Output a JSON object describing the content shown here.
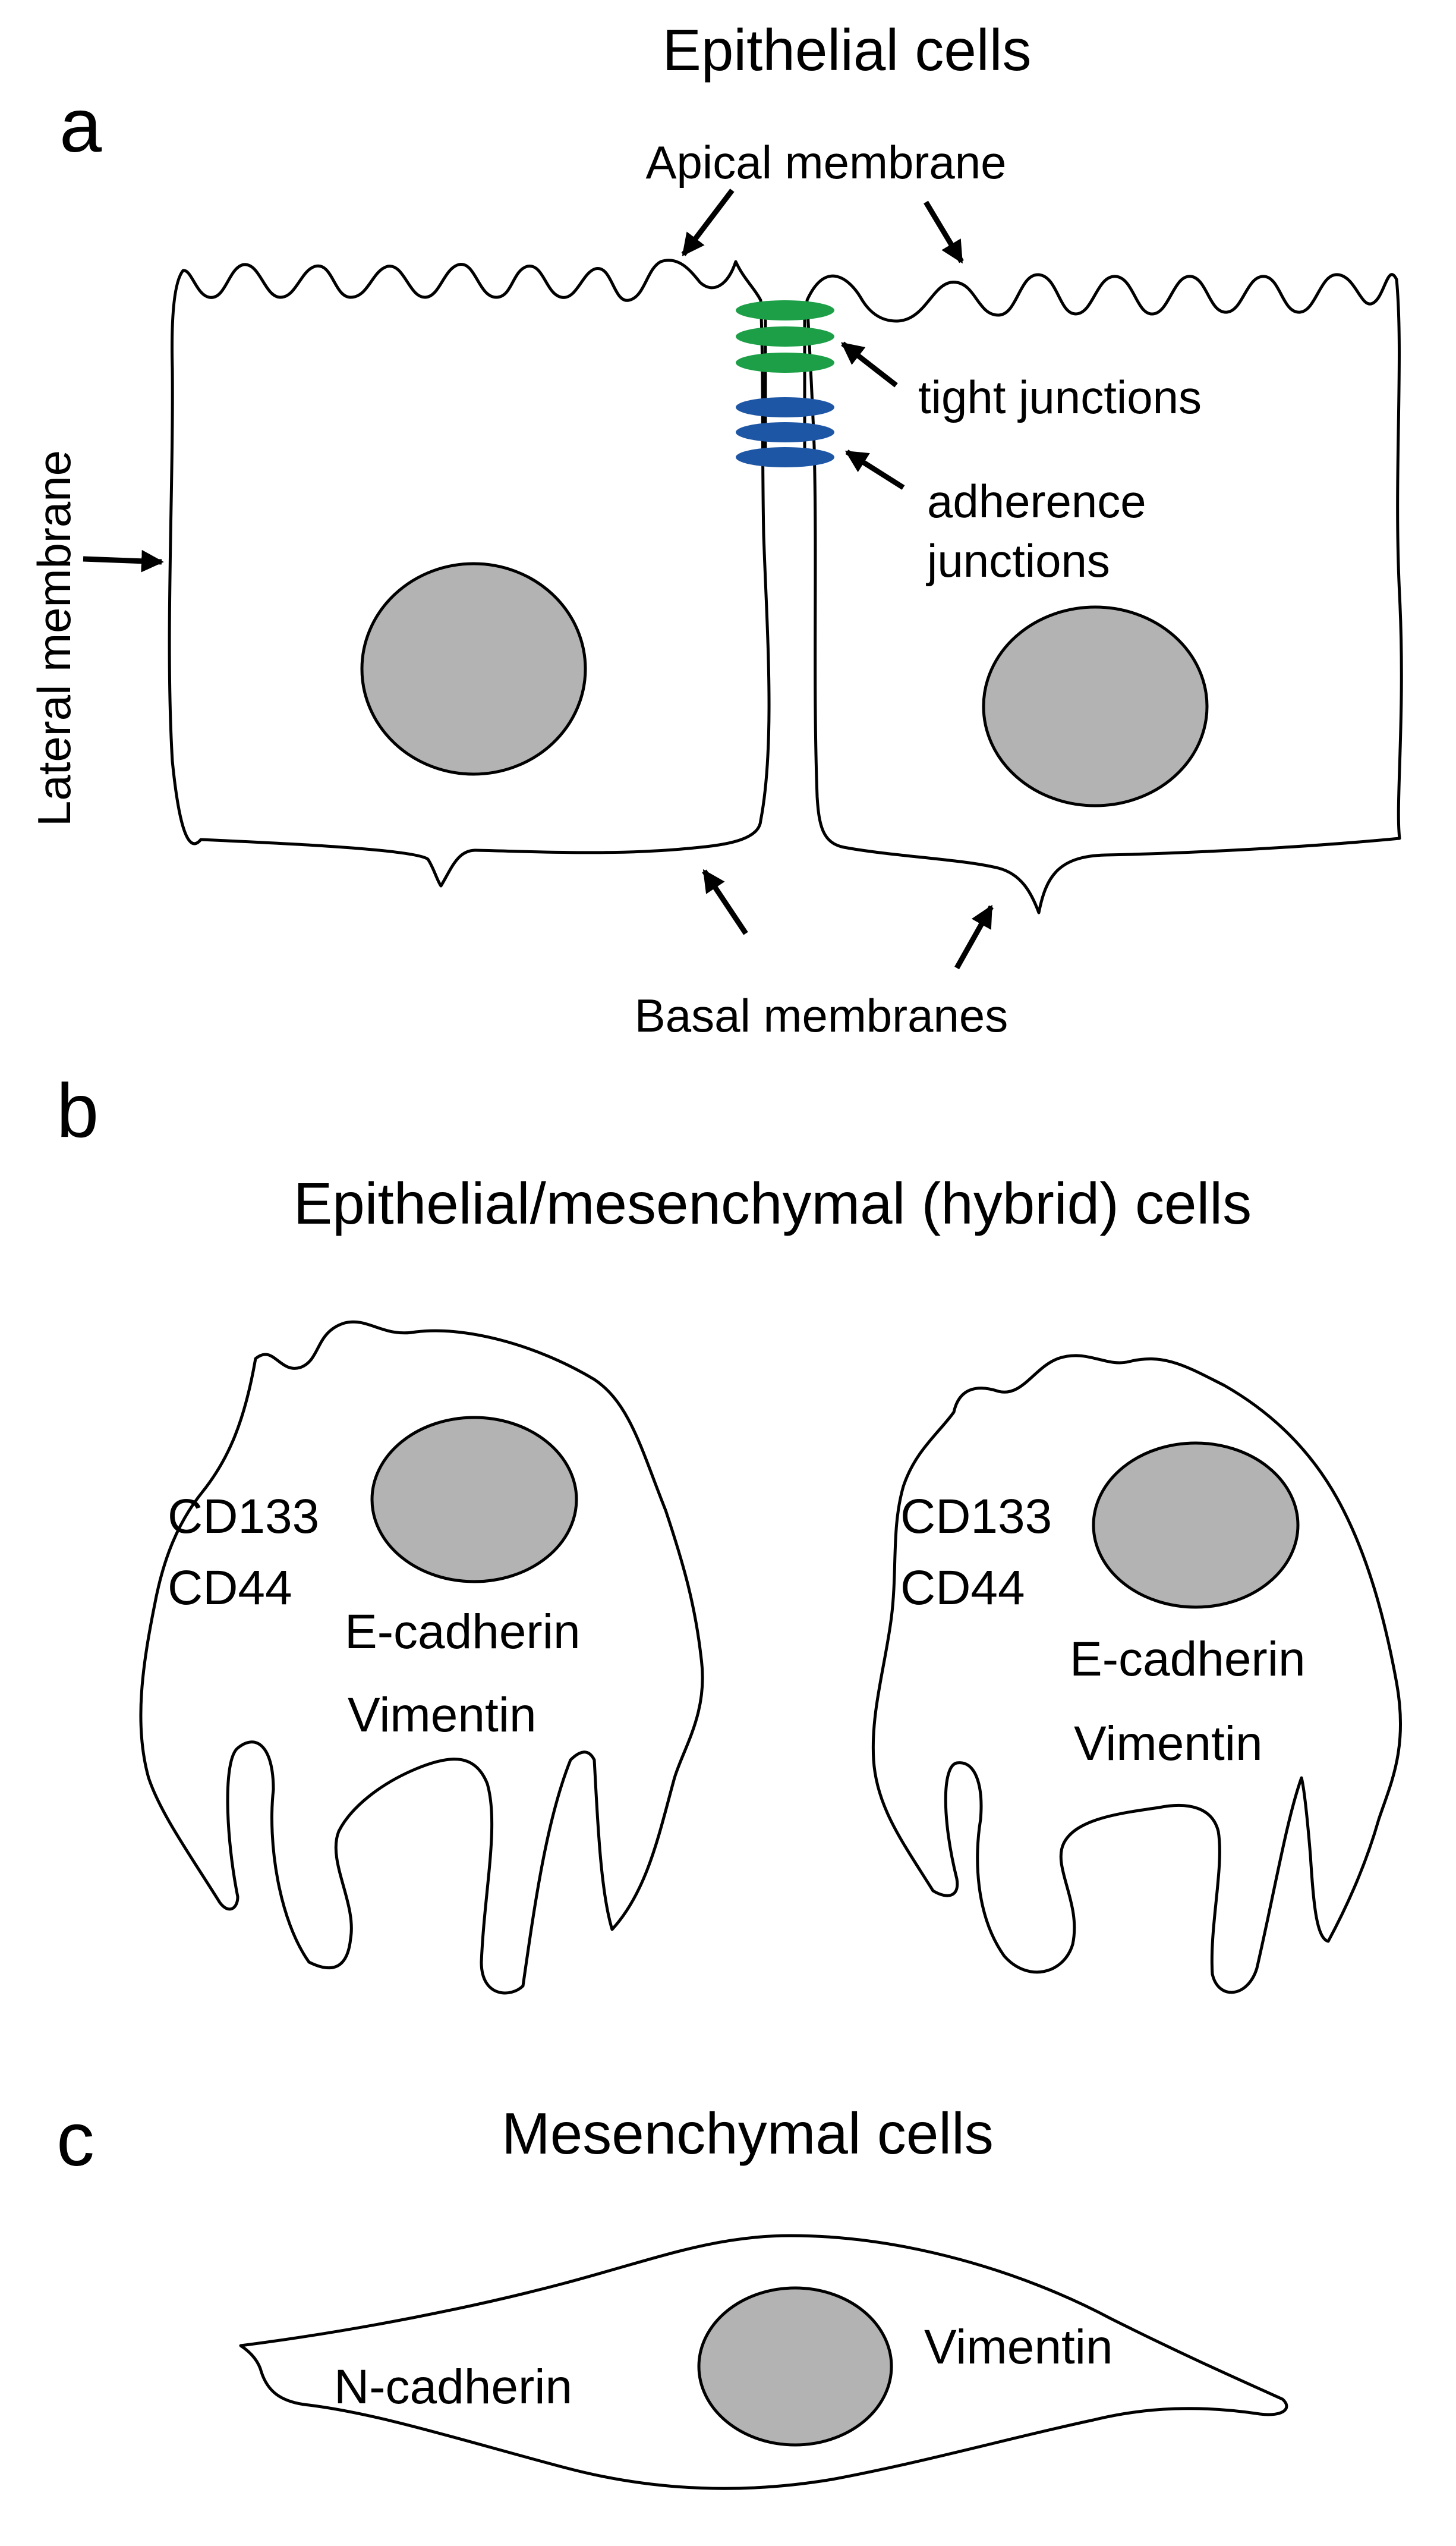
{
  "colors": {
    "nucleus": "#b3b3b3",
    "tight_junctions": "#1d9f47",
    "adherence_junctions": "#1e56a6",
    "outline": "#000000"
  },
  "panel_a": {
    "letter": "a",
    "title": "Epithelial cells",
    "labels": {
      "apical_membrane": "Apical membrane",
      "lateral_membrane": "Lateral membrane",
      "tight_junctions": "tight junctions",
      "adherence_junctions_line1": "adherence",
      "adherence_junctions_line2": "junctions",
      "basal_membranes": "Basal membranes"
    }
  },
  "panel_b": {
    "letter": "b",
    "title": "Epithelial/mesenchymal (hybrid) cells",
    "cells": [
      {
        "markers": [
          "CD133",
          "CD44",
          "E-cadherin",
          "Vimentin"
        ]
      },
      {
        "markers": [
          "CD133",
          "CD44",
          "E-cadherin",
          "Vimentin"
        ]
      }
    ]
  },
  "panel_c": {
    "letter": "c",
    "title": "Mesenchymal cells",
    "markers": [
      "N-cadherin",
      "Vimentin"
    ]
  }
}
